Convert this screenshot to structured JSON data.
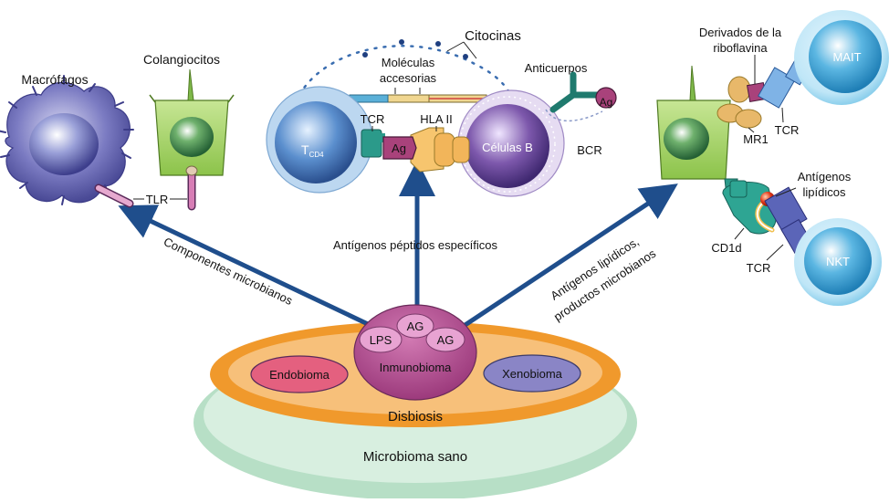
{
  "labels": {
    "macrofagos": "Macrófagos",
    "colangiocitos": "Colangiocitos",
    "tlr": "TLR",
    "citocinas": "Citocinas",
    "moleculas": "Moléculas",
    "accesorias": "accesorias",
    "anticuerpos": "Anticuerpos",
    "ag": "Ag",
    "tcr": "TCR",
    "hla": "HLA II",
    "tcd4_main": "T",
    "tcd4_sub": "CD4",
    "celulas_b": "Células B",
    "bcr": "BCR",
    "derivados_1": "Derivados de la",
    "derivados_2": "riboflavina",
    "mait": "MAIT",
    "mr1": "MR1",
    "antigenos_lip_1": "Antígenos",
    "antigenos_lip_2": "lipídicos",
    "cd1d": "CD1d",
    "nkt": "NKT",
    "componentes": "Componentes microbianos",
    "peptidos": "Antígenos péptidos específicos",
    "lipidicos_1": "Antígenos lipídicos,",
    "lipidicos_2": "productos microbianos",
    "lps": "LPS",
    "ag_caps": "AG",
    "inmunobioma": "Inmunobioma",
    "endobioma": "Endobioma",
    "xenobioma": "Xenobioma",
    "disbiosis": "Disbiosis",
    "microbioma_sano": "Microbioma sano"
  },
  "colors": {
    "arrow": "#1f4e8c",
    "healthy_ring": "#b9e0c8",
    "dysbiosis_ring": "#f29a2e",
    "inmunobioma": "#b5468f",
    "endobioma": "#e0607e",
    "xenobioma": "#8a86c6",
    "cholangiocyte": "#9fcf5a",
    "macrophage": "#6f6fb8",
    "t_cell": "#5a90c8",
    "b_cell": "#7e5aa8",
    "mait_nkt": "#48a7d8",
    "receptor_teal": "#2b9a8a"
  }
}
